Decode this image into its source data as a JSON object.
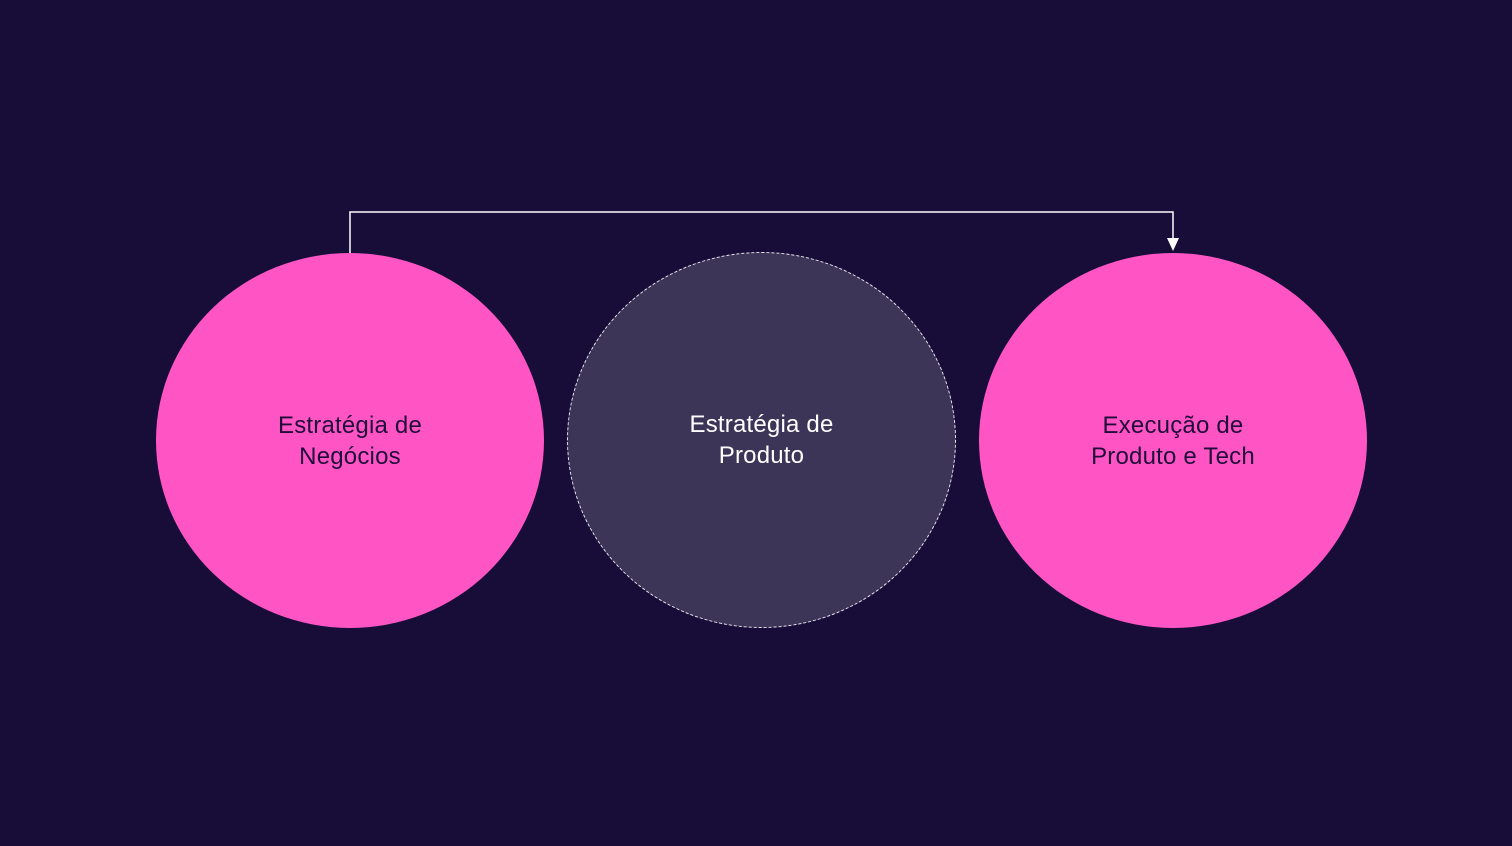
{
  "diagram": {
    "background_color": "#170d38",
    "accent_color": "#ff55c4",
    "muted_node_color": "#3d3558",
    "nodes": [
      {
        "id": "business",
        "label": "Estratégia de\nNegócios",
        "style": "solid"
      },
      {
        "id": "product",
        "label": "Estratégia de\nProduto",
        "style": "dashed"
      },
      {
        "id": "execution",
        "label": "Execução de\nProduto e Tech",
        "style": "solid"
      }
    ],
    "edges": [
      {
        "from": "business",
        "to": "execution",
        "arrow": "arrowhead-down",
        "color": "#ffffff"
      }
    ]
  }
}
